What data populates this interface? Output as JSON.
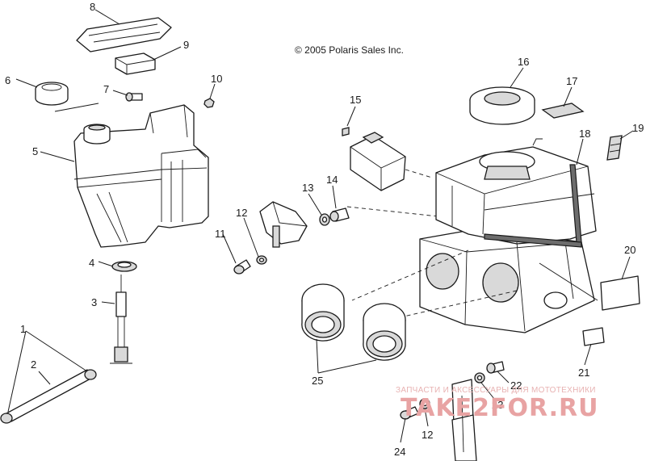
{
  "copyright": "© 2005 Polaris Sales Inc.",
  "callouts": [
    "1",
    "2",
    "3",
    "4",
    "5",
    "6",
    "7",
    "8",
    "9",
    "10",
    "11",
    "12",
    "13",
    "14",
    "15",
    "16",
    "17",
    "18",
    "19",
    "20",
    "21",
    "22",
    "23",
    "24",
    "25",
    "12"
  ],
  "watermark": {
    "tagline": "ЗАПЧАСТИ И АКСЕССУАРЫ ДЛЯ МОТОТЕХНИКИ",
    "brand": "TAKE2FOR.RU",
    "color": "#e8a3a3"
  }
}
